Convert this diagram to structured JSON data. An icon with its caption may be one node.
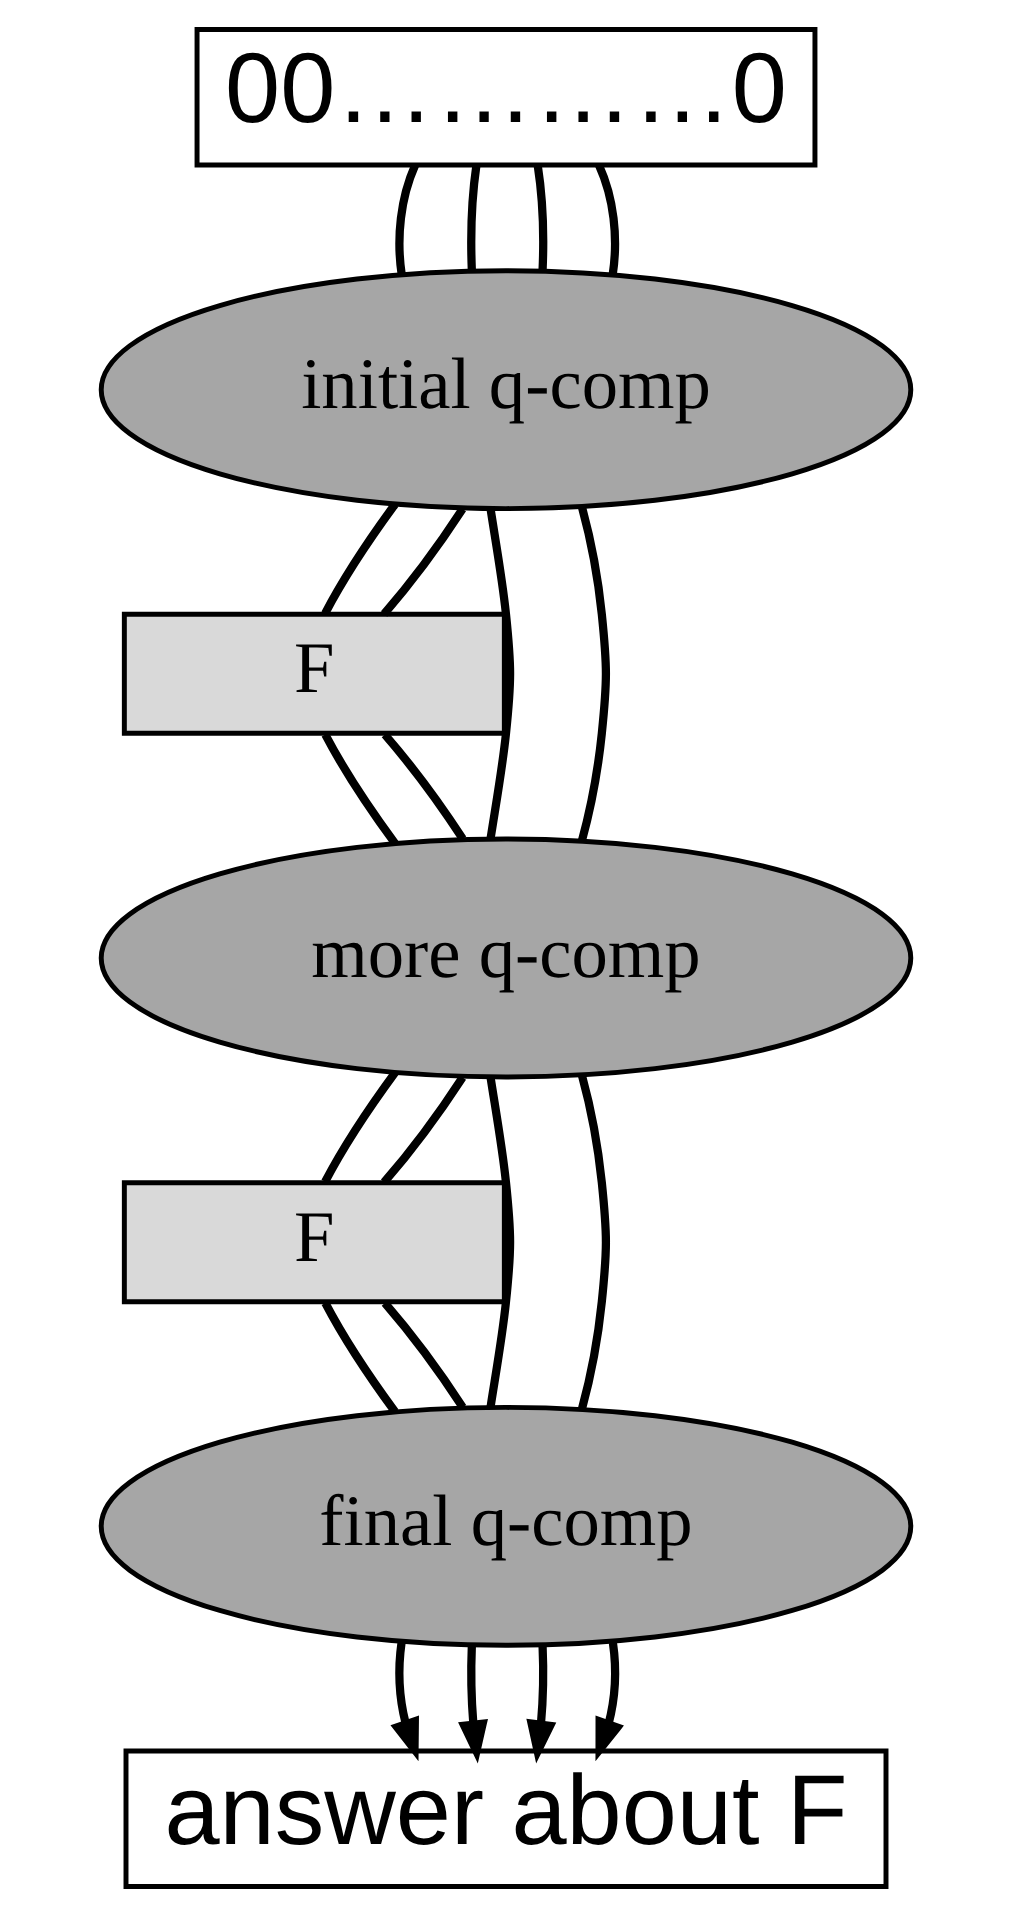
{
  "diagram": {
    "nodes": [
      {
        "text": [
          "00…………0"
        ]
      },
      {
        "text": [
          "initial q-comp"
        ]
      },
      {
        "text": [
          "F"
        ]
      },
      {
        "text": [
          "more q-comp"
        ]
      },
      {
        "text": [
          "F"
        ]
      },
      {
        "text": [
          "final q-comp"
        ]
      },
      {
        "text": [
          "answer about F"
        ]
      }
    ],
    "edges": [
      {
        "from": 0,
        "to": 1,
        "arrow": "none"
      },
      {
        "from": 0,
        "to": 1,
        "arrow": "none"
      },
      {
        "from": 0,
        "to": 1,
        "arrow": "none"
      },
      {
        "from": 0,
        "to": 1,
        "arrow": "none"
      },
      {
        "from": 1,
        "to": 2,
        "arrow": "none"
      },
      {
        "from": 1,
        "to": 2,
        "arrow": "none"
      },
      {
        "from": 1,
        "to": 3,
        "arrow": "none"
      },
      {
        "from": 1,
        "to": 3,
        "arrow": "none"
      },
      {
        "from": 2,
        "to": 3,
        "arrow": "none"
      },
      {
        "from": 2,
        "to": 3,
        "arrow": "none"
      },
      {
        "from": 3,
        "to": 5,
        "arrow": "none"
      },
      {
        "from": 3,
        "to": 5,
        "arrow": "none"
      },
      {
        "from": 3,
        "to": 4,
        "arrow": "none"
      },
      {
        "from": 3,
        "to": 4,
        "arrow": "none"
      },
      {
        "from": 4,
        "to": 5,
        "arrow": "none"
      },
      {
        "from": 4,
        "to": 5,
        "arrow": "none"
      },
      {
        "from": 5,
        "to": 6,
        "arrow": "to"
      },
      {
        "from": 5,
        "to": 6,
        "arrow": "to"
      },
      {
        "from": 5,
        "to": 6,
        "arrow": "to"
      },
      {
        "from": 5,
        "to": 6,
        "arrow": "to"
      }
    ]
  }
}
